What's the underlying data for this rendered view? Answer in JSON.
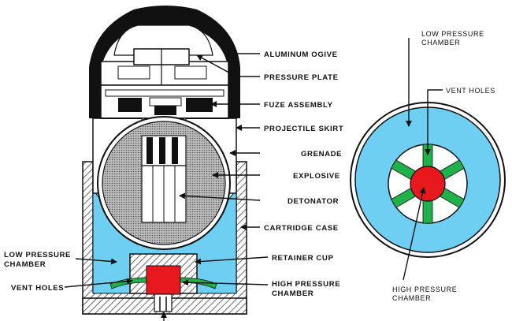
{
  "colors": {
    "chamber": "#6fcff2",
    "vent": "#1fb14a",
    "high_pressure": "#e8191e",
    "ogive": "#111111",
    "hatch": "#555555",
    "explosive": "#9a9a9a"
  },
  "cross_section": {
    "labels": {
      "aluminum_ogive": "ALUMINUM OGIVE",
      "pressure_plate": "PRESSURE PLATE",
      "fuze_assembly": "FUZE  ASSEMBLY",
      "projectile_skirt": "PROJECTILE SKIRT",
      "grenade": "GRENADE",
      "explosive": "EXPLOSIVE",
      "detonator": "DETONATOR",
      "cartridge_case": "CARTRIDGE CASE",
      "retainer_cup": "RETAINER CUP",
      "low_pressure_line1": "LOW PRESSURE",
      "low_pressure_line2": "CHAMBER",
      "vent_holes": "VENT HOLES",
      "high_pressure_line1": "HIGH PRESSURE",
      "high_pressure_line2": "CHAMBER"
    }
  },
  "end_view": {
    "labels": {
      "low_pressure_line1": "LOW PRESSURE",
      "low_pressure_line2": "CHAMBER",
      "vent_holes": "VENT HOLES",
      "high_pressure_line1": "HIGH PRESSURE",
      "high_pressure_line2": "CHAMBER"
    }
  }
}
